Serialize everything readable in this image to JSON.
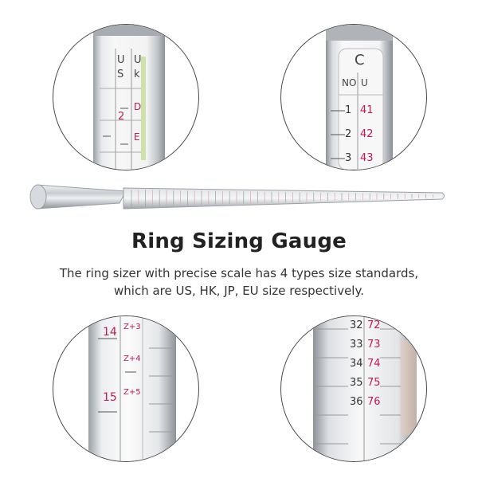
{
  "title": "Ring Sizing Gauge",
  "description_line1": "The ring sizer with precise scale has 4 types size standards,",
  "description_line2": "which are US, HK, JP, EU size respectively.",
  "circle_tl": {
    "col1_header": [
      "U",
      "S"
    ],
    "col2_header": [
      "U",
      "k"
    ],
    "col1_value": "2",
    "col2_values": [
      "D",
      "E"
    ]
  },
  "circle_tr": {
    "header_top": "C",
    "col1_header": "NO",
    "col2_header": "U",
    "rows": [
      {
        "n": "1",
        "v": "41"
      },
      {
        "n": "2",
        "v": "42"
      },
      {
        "n": "3",
        "v": "43"
      }
    ]
  },
  "circle_bl": {
    "sizes": [
      "14",
      "15"
    ],
    "labels": [
      "Z+3",
      "Z+4",
      "Z+5"
    ]
  },
  "circle_br": {
    "rows": [
      {
        "a": "32",
        "b": "72"
      },
      {
        "a": "33",
        "b": "73"
      },
      {
        "a": "34",
        "b": "74"
      },
      {
        "a": "35",
        "b": "75"
      },
      {
        "a": "36",
        "b": "76"
      }
    ]
  },
  "colors": {
    "accent": "#c2185b",
    "metal": "#c9ccd1",
    "text": "#222222"
  }
}
